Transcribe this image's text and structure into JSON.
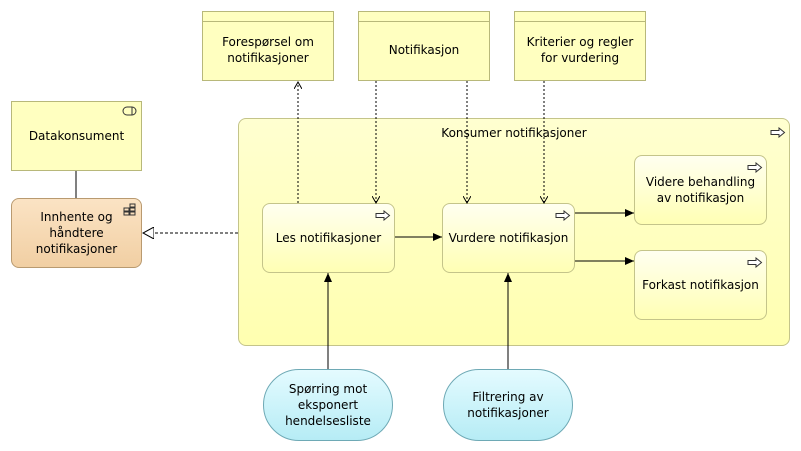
{
  "diagram": {
    "objects": {
      "foresporsel": "Forespørsel om notifikasjoner",
      "notifikasjon": "Notifikasjon",
      "kriterier": "Kriterier og regler for vurdering"
    },
    "actor": {
      "label": "Datakonsument",
      "icon": "role-icon"
    },
    "collaboration": {
      "label": "Innhente og håndtere notifikasjoner",
      "icon": "collaboration-icon"
    },
    "group": {
      "label": "Konsumer notifikasjoner",
      "icon": "process-arrow-icon"
    },
    "processes": {
      "les": "Les notifikasjoner",
      "vurdere": "Vurdere notifikasjon",
      "videre": "Videre behandling av notifikasjon",
      "forkast": "Forkast notifikasjon"
    },
    "events": {
      "sporring": "Spørring mot eksponert hendelsesliste",
      "filtrering": "Filtrering av notifikasjoner"
    }
  }
}
